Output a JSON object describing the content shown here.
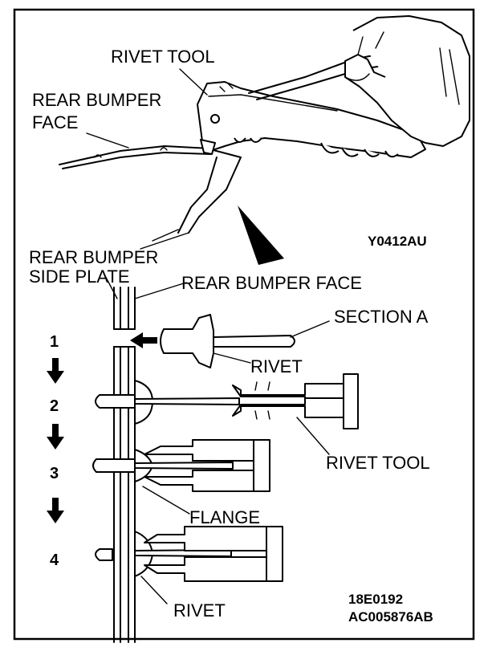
{
  "labels": {
    "rivet_tool_top": "RIVET TOOL",
    "rear_bumper_face_top_1": "REAR BUMPER",
    "rear_bumper_face_top_2": "FACE",
    "side_plate_1": "REAR BUMPER",
    "side_plate_2": "SIDE PLATE",
    "rear_bumper_face_mid": "REAR BUMPER FACE",
    "section_a": "SECTION A",
    "rivet_step1": "RIVET",
    "rivet_tool_mid": "RIVET TOOL",
    "flange": "FLANGE",
    "rivet_bottom": "RIVET"
  },
  "codes": {
    "upper_figure": "Y0412AU",
    "figure_id_1": "18E0192",
    "figure_id_2": "AC005876AB"
  },
  "steps": [
    "1",
    "2",
    "3",
    "4"
  ]
}
